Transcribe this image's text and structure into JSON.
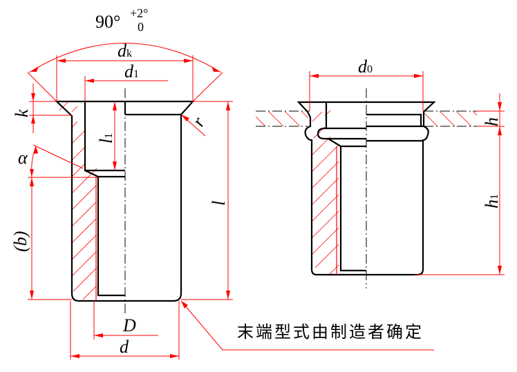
{
  "drawing": {
    "title": "Blind rivet nut (countersunk head) technical drawing",
    "angle_annotation": {
      "value": "90°",
      "tolerance_upper": "+2°",
      "tolerance_lower": "0"
    },
    "left_view_labels": {
      "dk": {
        "main": "d",
        "sub": "k"
      },
      "d1": {
        "main": "d",
        "sub": "1"
      },
      "k": "k",
      "r": "r",
      "l1": {
        "main": "l",
        "sub": "1"
      },
      "alpha": "α",
      "b": "(b)",
      "l": "l",
      "D": "D",
      "d": "d"
    },
    "right_view_labels": {
      "d0": {
        "main": "d",
        "sub": "0"
      },
      "h": "h",
      "h1": {
        "main": "h",
        "sub": "1"
      }
    },
    "note": "末端型式由制造者确定",
    "colors": {
      "outline": "#000000",
      "dimension": "#ff0000",
      "hatch": "#ff0000"
    }
  }
}
